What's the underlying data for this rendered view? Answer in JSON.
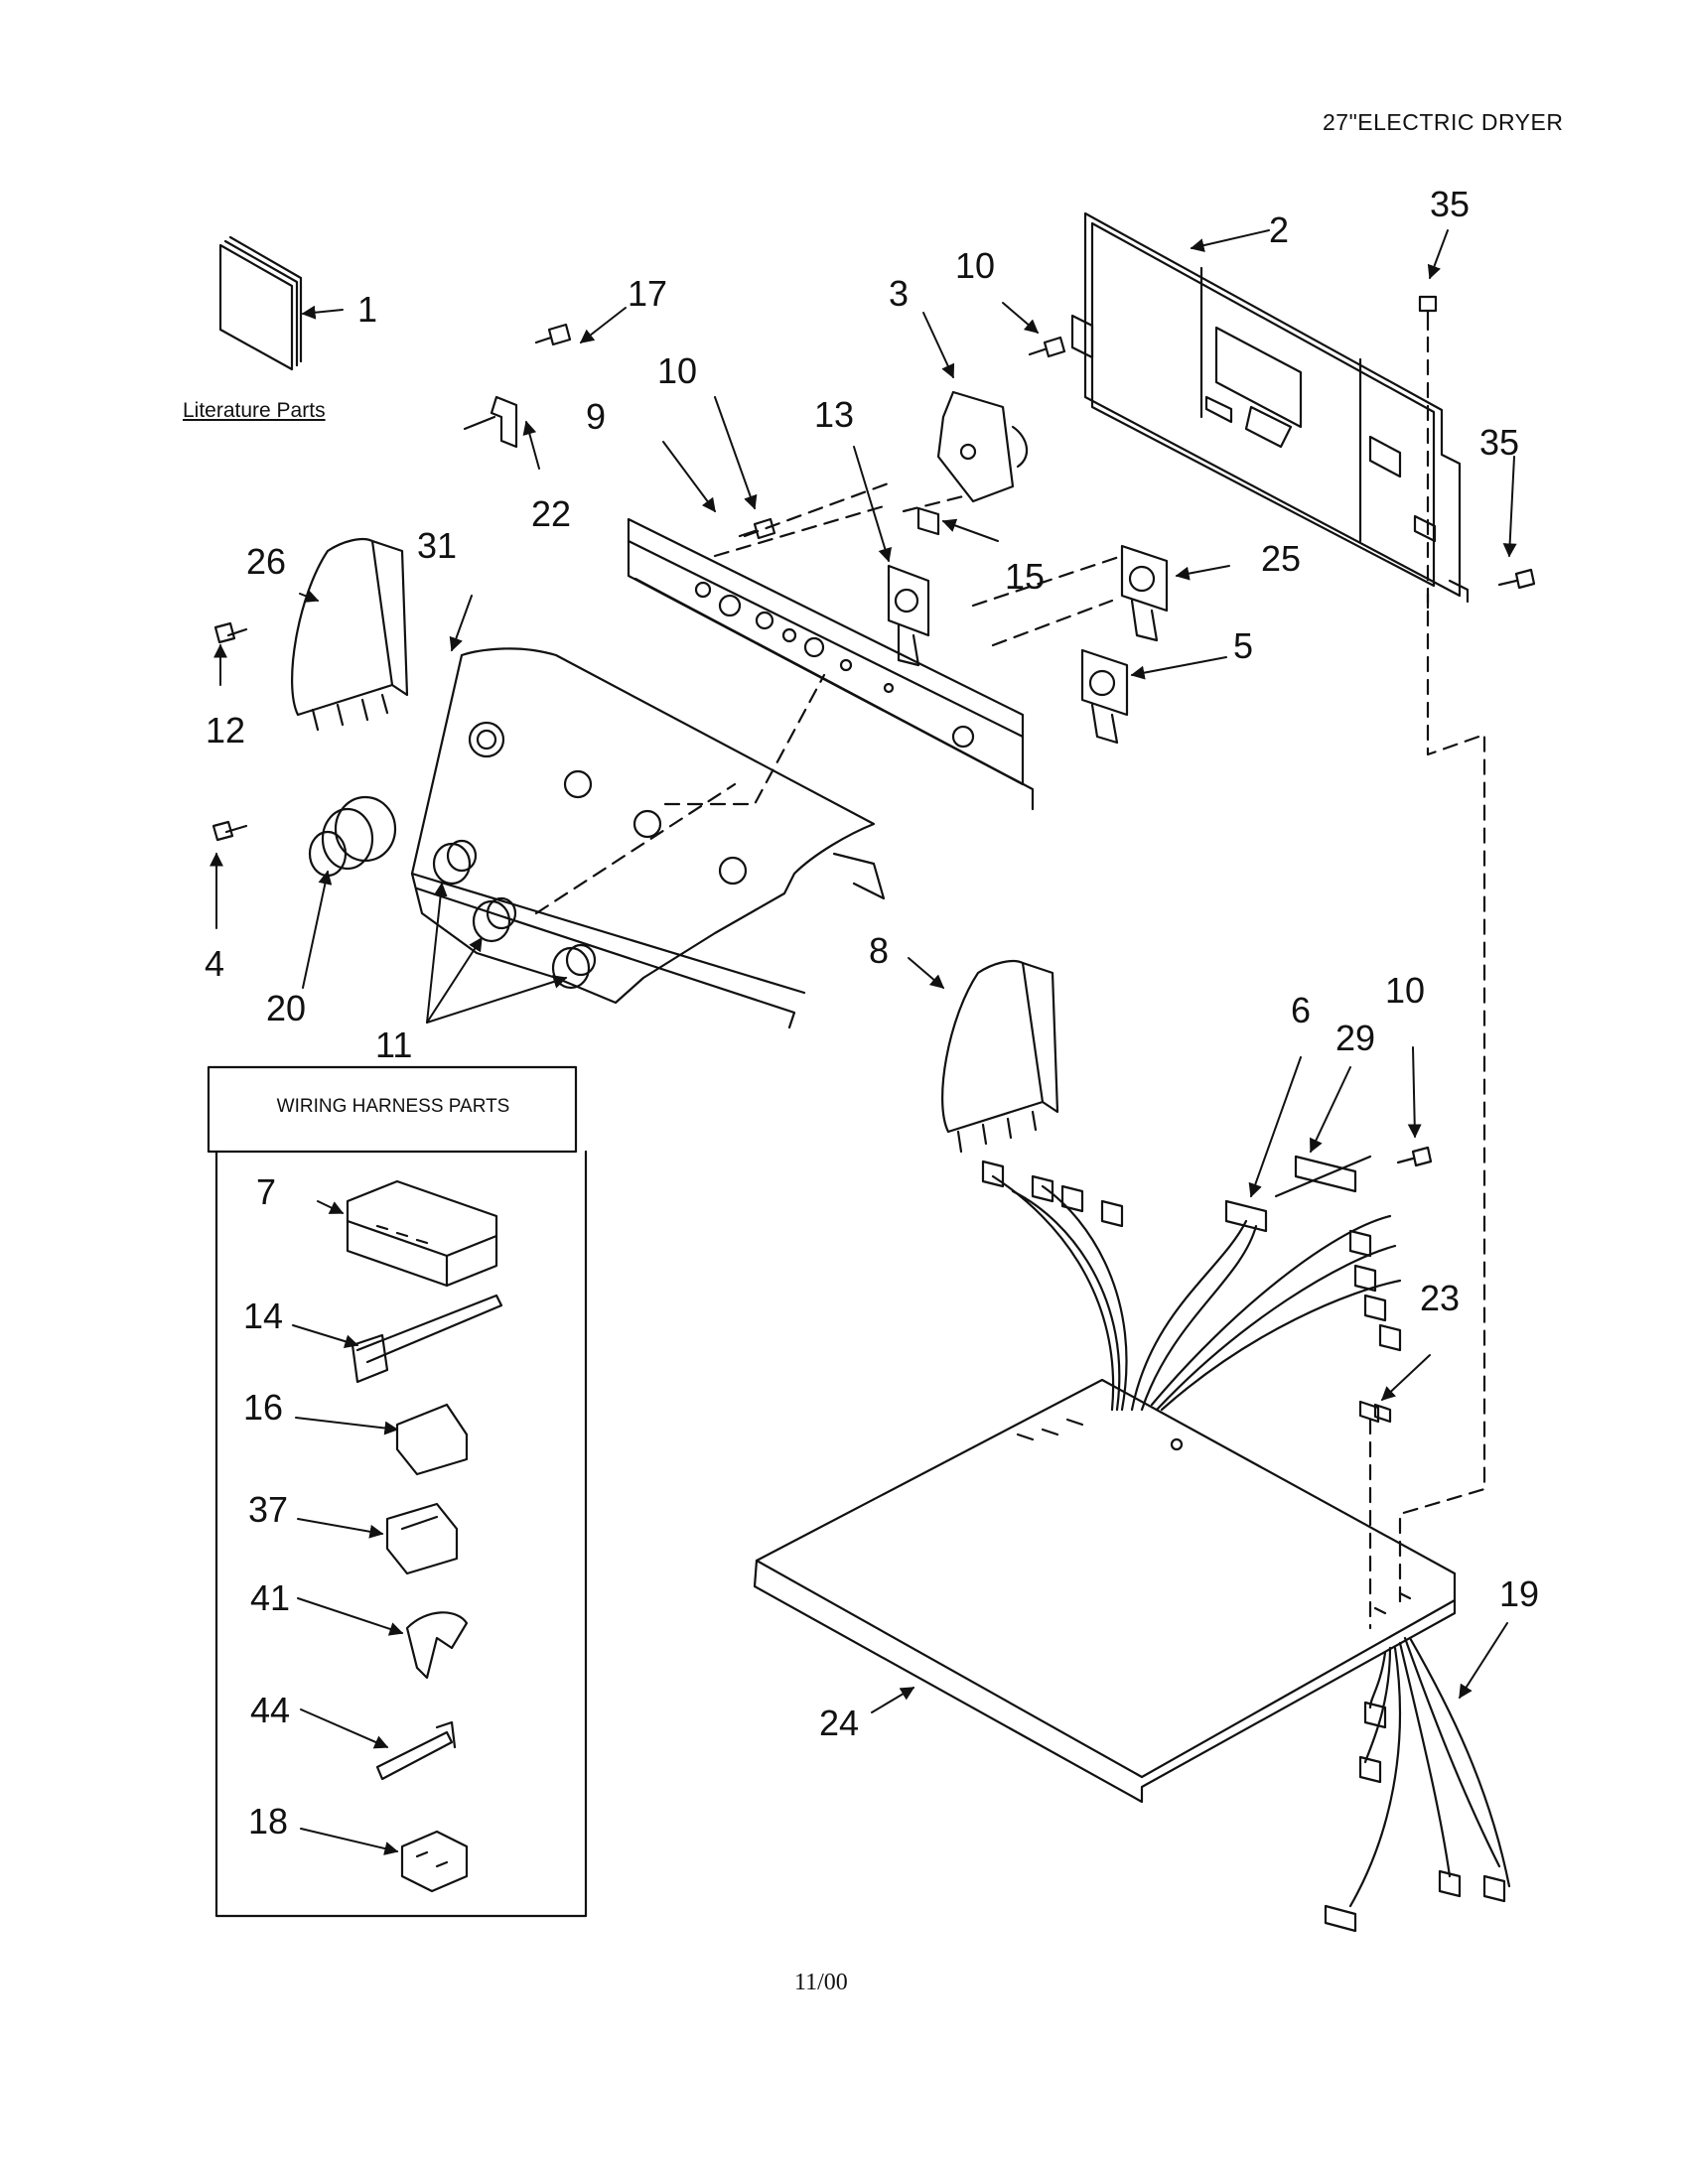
{
  "header": {
    "title": "27\"ELECTRIC DRYER"
  },
  "literature": {
    "label": "Literature Parts"
  },
  "wiring_harness": {
    "title": "WIRING HARNESS PARTS",
    "parts": [
      "7",
      "14",
      "16",
      "37",
      "41",
      "44",
      "18"
    ]
  },
  "callouts": {
    "c1": "1",
    "c2": "2",
    "c3": "3",
    "c4": "4",
    "c5": "5",
    "c6": "6",
    "c8": "8",
    "c9": "9",
    "c10a": "10",
    "c10b": "10",
    "c10c": "10",
    "c11": "11",
    "c12": "12",
    "c13": "13",
    "c15": "15",
    "c17": "17",
    "c19": "19",
    "c20": "20",
    "c22": "22",
    "c23": "23",
    "c24": "24",
    "c25": "25",
    "c26": "26",
    "c29": "29",
    "c31": "31",
    "c35a": "35",
    "c35b": "35"
  },
  "footer": {
    "date": "11/00"
  }
}
